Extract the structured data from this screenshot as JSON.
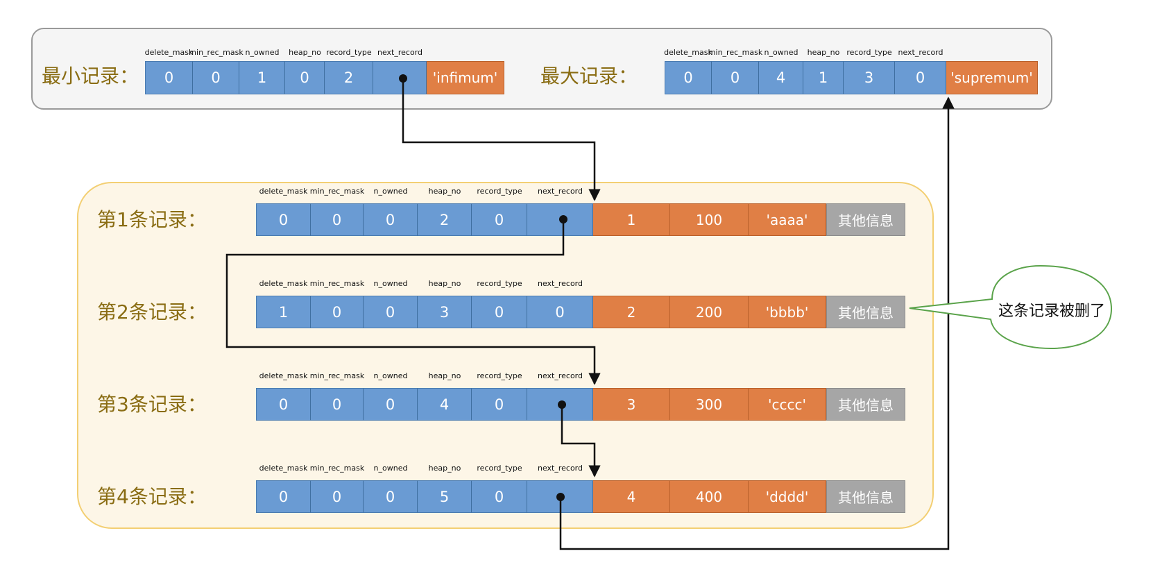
{
  "headers": [
    "delete_mask",
    "min_rec_mask",
    "n_owned",
    "heap_no",
    "record_type",
    "next_record"
  ],
  "system_records": {
    "min": {
      "label": "最小记录：",
      "fields": [
        "0",
        "0",
        "1",
        "0",
        "2",
        ""
      ],
      "data": [
        "'infimum'"
      ]
    },
    "max": {
      "label": "最大记录：",
      "fields": [
        "0",
        "0",
        "4",
        "1",
        "3",
        "0"
      ],
      "data": [
        "'supremum'"
      ]
    }
  },
  "user_records": [
    {
      "label": "第1条记录：",
      "fields": [
        "0",
        "0",
        "0",
        "2",
        "0",
        ""
      ],
      "data": [
        "1",
        "100",
        "'aaaa'"
      ],
      "other": "其他信息"
    },
    {
      "label": "第2条记录：",
      "fields": [
        "1",
        "0",
        "0",
        "3",
        "0",
        "0"
      ],
      "data": [
        "2",
        "200",
        "'bbbb'"
      ],
      "other": "其他信息"
    },
    {
      "label": "第3条记录：",
      "fields": [
        "0",
        "0",
        "0",
        "4",
        "0",
        ""
      ],
      "data": [
        "3",
        "300",
        "'cccc'"
      ],
      "other": "其他信息"
    },
    {
      "label": "第4条记录：",
      "fields": [
        "0",
        "0",
        "0",
        "5",
        "0",
        ""
      ],
      "data": [
        "4",
        "400",
        "'dddd'"
      ],
      "other": "其他信息"
    }
  ],
  "callout": {
    "text": "这条记录被删了"
  },
  "colors": {
    "field_blue": "#6a9bd3",
    "data_orange": "#e07f45",
    "other_gray": "#a6a6a6",
    "label_gold": "#8a6d14"
  }
}
